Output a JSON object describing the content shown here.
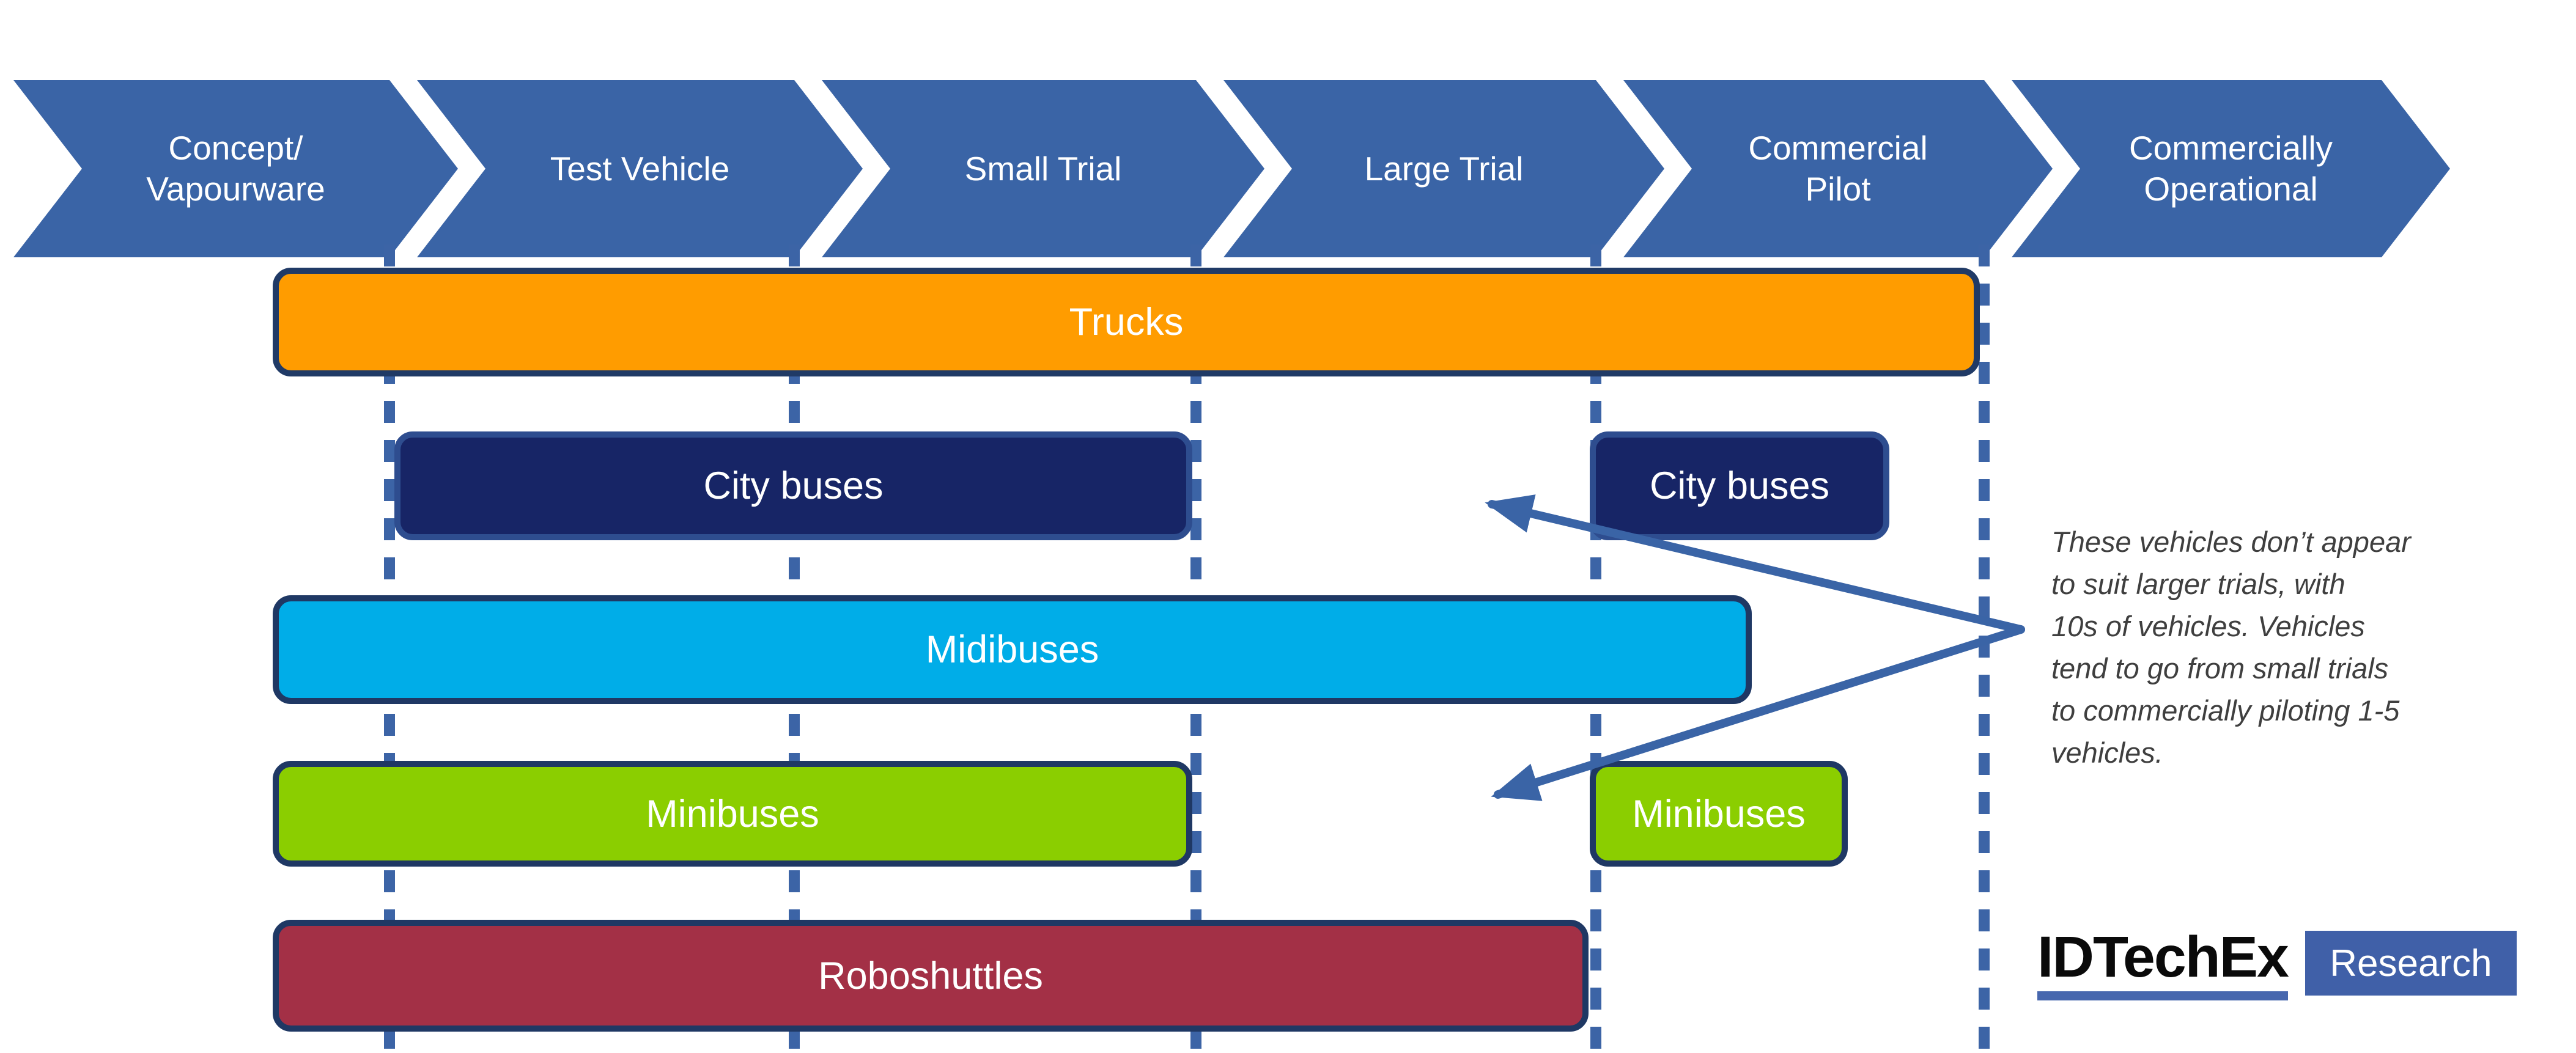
{
  "stages": [
    {
      "line1": "Concept/",
      "line2": "Vapourware"
    },
    {
      "line1": "Test Vehicle",
      "line2": ""
    },
    {
      "line1": "Small Trial",
      "line2": ""
    },
    {
      "line1": "Large Trial",
      "line2": ""
    },
    {
      "line1": "Commercial",
      "line2": "Pilot"
    },
    {
      "line1": "Commercially",
      "line2": "Operational"
    }
  ],
  "bars": [
    {
      "label": "Trucks",
      "color": "#ff9c00"
    },
    {
      "label": "City buses",
      "color": "#172566"
    },
    {
      "label": "Midibuses",
      "color": "#00ade8"
    },
    {
      "label": "Minibuses",
      "color": "#8bce00"
    },
    {
      "label": "Roboshuttles",
      "color": "#a33046"
    }
  ],
  "annotation": {
    "lines": [
      "These vehicles don’t appear",
      "to suit larger trials, with",
      "10s of vehicles. Vehicles",
      "tend to go from small trials",
      "to commercially piloting 1-5",
      "vehicles."
    ]
  },
  "logo": {
    "brand": "IDTechEx",
    "sub": "Research"
  },
  "colors": {
    "chevron_blue": "#3a64a6",
    "dotted_line_blue": "#3c64a6",
    "arrow_blue": "#3a64a6",
    "bar_border_navy": "#1f3864",
    "city_buses_border": "#2e4d8f",
    "annotation_text": "#3f3f3f",
    "logo_underline_blue": "#4767ae",
    "logo_box_blue": "#4060a8"
  }
}
